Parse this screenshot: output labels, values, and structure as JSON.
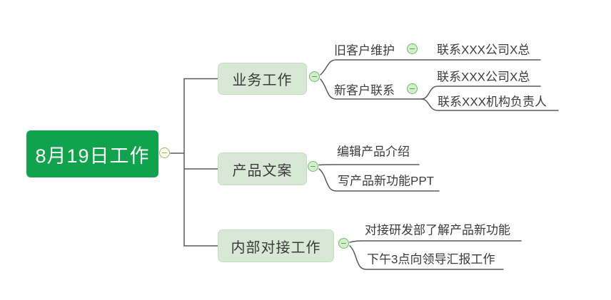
{
  "root": {
    "label": "8月19日工作"
  },
  "branches": [
    {
      "label": "业务工作",
      "children": [
        {
          "label": "旧客户维护",
          "children": [
            {
              "label": "联系XXX公司X总"
            }
          ]
        },
        {
          "label": "新客户联系",
          "children": [
            {
              "label": "联系XXX公司X总"
            },
            {
              "label": "联系XXX机构负责人"
            }
          ]
        }
      ]
    },
    {
      "label": "产品文案",
      "children": [
        {
          "label": "编辑产品介绍"
        },
        {
          "label": "写产品新功能PPT"
        }
      ]
    },
    {
      "label": "内部对接工作",
      "children": [
        {
          "label": "对接研发部了解产品新功能"
        },
        {
          "label": "下午3点向领导汇报工作"
        }
      ]
    }
  ],
  "icons": {
    "collapse": "minus-circle-icon"
  },
  "colors": {
    "root_fill": "#10a24c",
    "root_text": "#ffffff",
    "branch_fill": "#d7e9d5",
    "branch_border": "#c3ddc1",
    "text": "#3b3b3b",
    "line": "#5a5a5a",
    "collapse_fill": "#d3eecb",
    "collapse_border": "#6cbd67",
    "root_collapse_fill": "#fbfdf0",
    "root_collapse_border": "#a2b364"
  }
}
